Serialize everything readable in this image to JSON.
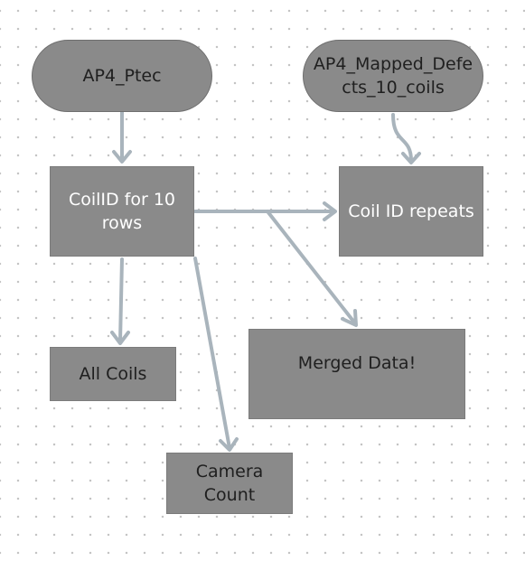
{
  "flowchart": {
    "colors": {
      "node_fill": "#8a8a8a",
      "edge": "#a9b4bc",
      "text_dark": "#1f1f1f",
      "text_light": "#ffffff"
    },
    "nodes": {
      "ap4_ptec": {
        "label": "AP4_Ptec"
      },
      "ap4_mapped_defects": {
        "label": "AP4_Mapped_Defe\ncts_10_coils"
      },
      "coilid_for_10_rows": {
        "label": "CoilID for 10\nrows"
      },
      "coil_id_repeats": {
        "label": "Coil ID repeats"
      },
      "all_coils": {
        "label": "All Coils"
      },
      "merged_data": {
        "label": "Merged Data!"
      },
      "camera_count": {
        "label": "Camera\nCount"
      }
    },
    "edges": [
      {
        "from": "ap4_ptec",
        "to": "coilid_for_10_rows"
      },
      {
        "from": "ap4_mapped_defects",
        "to": "coil_id_repeats"
      },
      {
        "from": "coilid_for_10_rows",
        "to": "coil_id_repeats"
      },
      {
        "from": "coilid_for_10_rows",
        "to": "merged_data"
      },
      {
        "from": "coilid_for_10_rows",
        "to": "all_coils"
      },
      {
        "from": "coilid_for_10_rows",
        "to": "camera_count"
      }
    ]
  }
}
